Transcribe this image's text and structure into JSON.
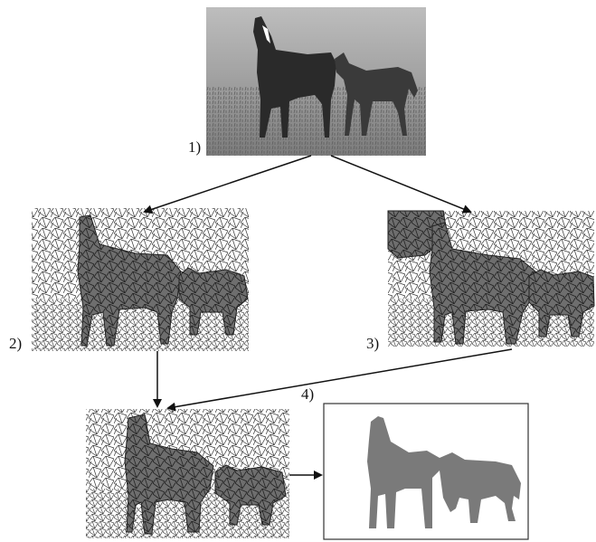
{
  "steps": [
    {
      "id": "1",
      "label": "1)"
    },
    {
      "id": "2",
      "label": "2)"
    },
    {
      "id": "3",
      "label": "3)"
    },
    {
      "id": "4",
      "label": "4)"
    }
  ],
  "colors": {
    "background": "#ffffff",
    "photo_grass": "#8e8e8e",
    "photo_sky": "#b8b8b8",
    "horse": "#2a2a2a",
    "superpixel_fill": "#6e6e6e",
    "superpixel_edge": "#222222",
    "segmented_silhouette": "#7a7a7a",
    "arrow": "#111111"
  }
}
